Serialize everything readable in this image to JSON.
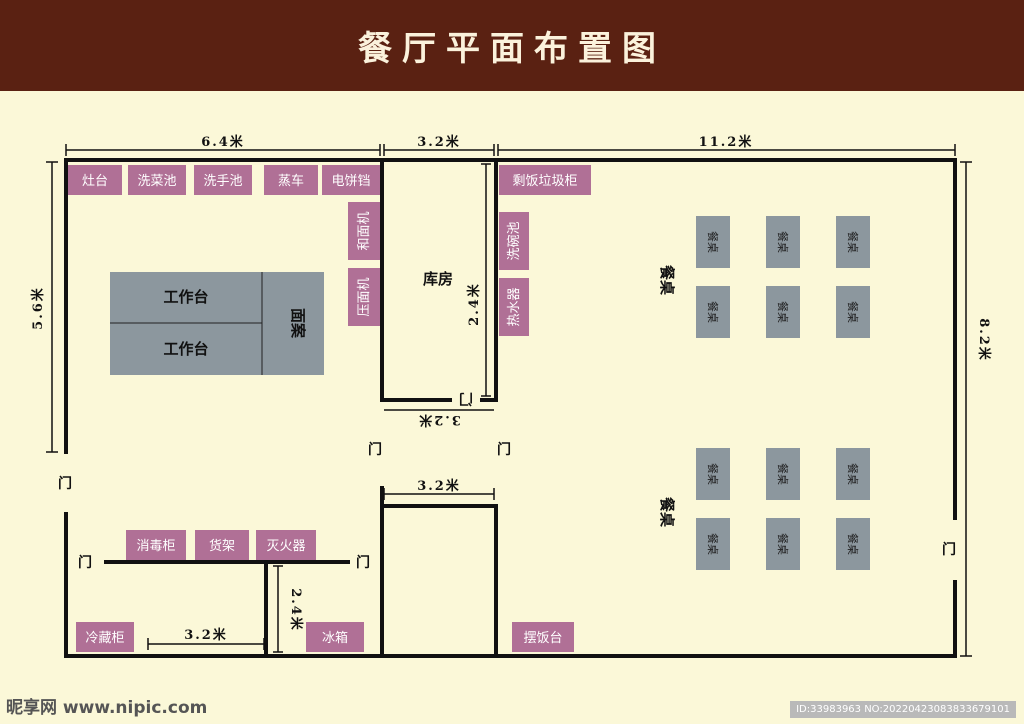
{
  "title": "餐厅平面布置图",
  "dimensions": {
    "top_left": "6.4米",
    "top_mid": "3.2米",
    "top_right": "11.2米",
    "left_height": "5.6米",
    "right_height": "8.2米",
    "storeroom_height": "2.4米",
    "storeroom_width": "3.2米",
    "lower_room_width": "3.2米",
    "bottom_width": "3.2米",
    "bottom_height": "2.4米"
  },
  "fixtures": {
    "stove": "灶台",
    "veg_sink": "洗菜池",
    "hand_sink": "洗手池",
    "steamer": "蒸车",
    "pan": "电饼铛",
    "noodle_machine": "和面机",
    "press_machine": "压面机",
    "waste_cabinet": "剩饭垃圾柜",
    "dish_sink": "洗碗池",
    "water_heater": "热水器",
    "disinfect_cabinet": "消毒柜",
    "shelf": "货架",
    "extinguisher": "灭火器",
    "cold_storage": "冷藏柜",
    "fridge": "冰箱",
    "serving_counter": "摆饭台"
  },
  "workbench": {
    "top": "工作台",
    "bottom": "工作台",
    "side": "面案"
  },
  "storeroom_label": "库房",
  "door_label": "门",
  "dining_table_label": "餐桌",
  "dining_group_label": "餐桌",
  "watermark_left": "昵享网 www.nipic.com",
  "watermark_right": "ID:33983963 NO:20220423083833679101",
  "colors": {
    "header": "#5a2112",
    "fixture": "#b07096",
    "table": "#8c979e",
    "background": "#fbf8d8"
  }
}
